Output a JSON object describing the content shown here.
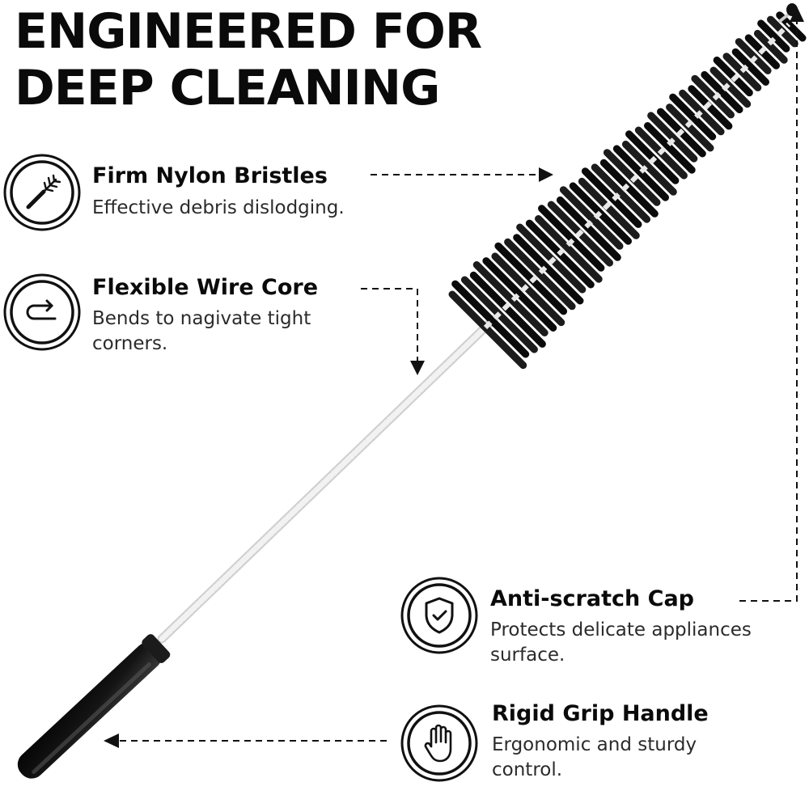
{
  "headline": {
    "line1": "ENGINEERED FOR",
    "line2": "DEEP CLEANING"
  },
  "colors": {
    "ink": "#0a0a0a",
    "text_secondary": "#2b2b2b",
    "background": "#ffffff",
    "wire": "#e6e6e6",
    "handle": "#141414"
  },
  "features": [
    {
      "icon": "brush-icon",
      "title": "Firm Nylon Bristles",
      "description": "Effective debris dislodging."
    },
    {
      "icon": "bend-arrow-icon",
      "title": "Flexible Wire Core",
      "description": "Bends to nagivate tight corners."
    },
    {
      "icon": "shield-check-icon",
      "title": "Anti-scratch Cap",
      "description": "Protects delicate appliances surface."
    },
    {
      "icon": "hand-icon",
      "title": "Rigid Grip Handle",
      "description": "Ergonomic and sturdy control."
    }
  ]
}
